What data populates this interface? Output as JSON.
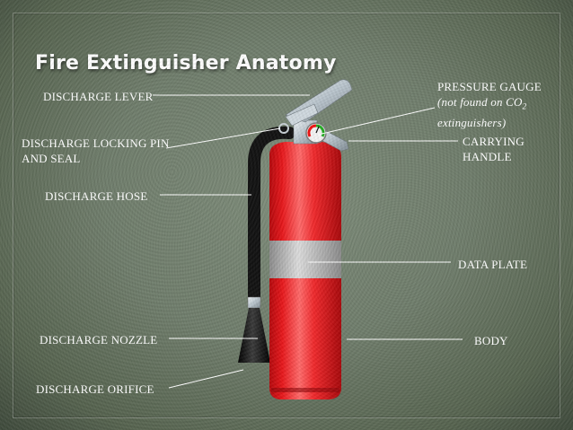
{
  "title": "Fire Extinguisher Anatomy",
  "labels": {
    "discharge_lever": "DISCHARGE LEVER",
    "locking_pin_line1": "DISCHARGE LOCKING PIN",
    "locking_pin_line2": "AND SEAL",
    "discharge_hose": "DISCHARGE HOSE",
    "discharge_nozzle": "DISCHARGE NOZZLE",
    "discharge_orifice": "DISCHARGE ORIFICE",
    "pressure_gauge": "PRESSURE GAUGE",
    "gauge_note_prefix": "(not found on CO",
    "gauge_note_sub": "2",
    "gauge_note_line2": "extinguishers)",
    "carrying_handle_line1": "CARRYING",
    "carrying_handle_line2": "HANDLE",
    "data_plate": "DATA PLATE",
    "body": "BODY"
  },
  "colors": {
    "extinguisher_red": "#e8171b",
    "label_band": "#bfbfbf",
    "hose": "#111111",
    "metal": "#b9c4cc",
    "text": "#ffffff"
  }
}
